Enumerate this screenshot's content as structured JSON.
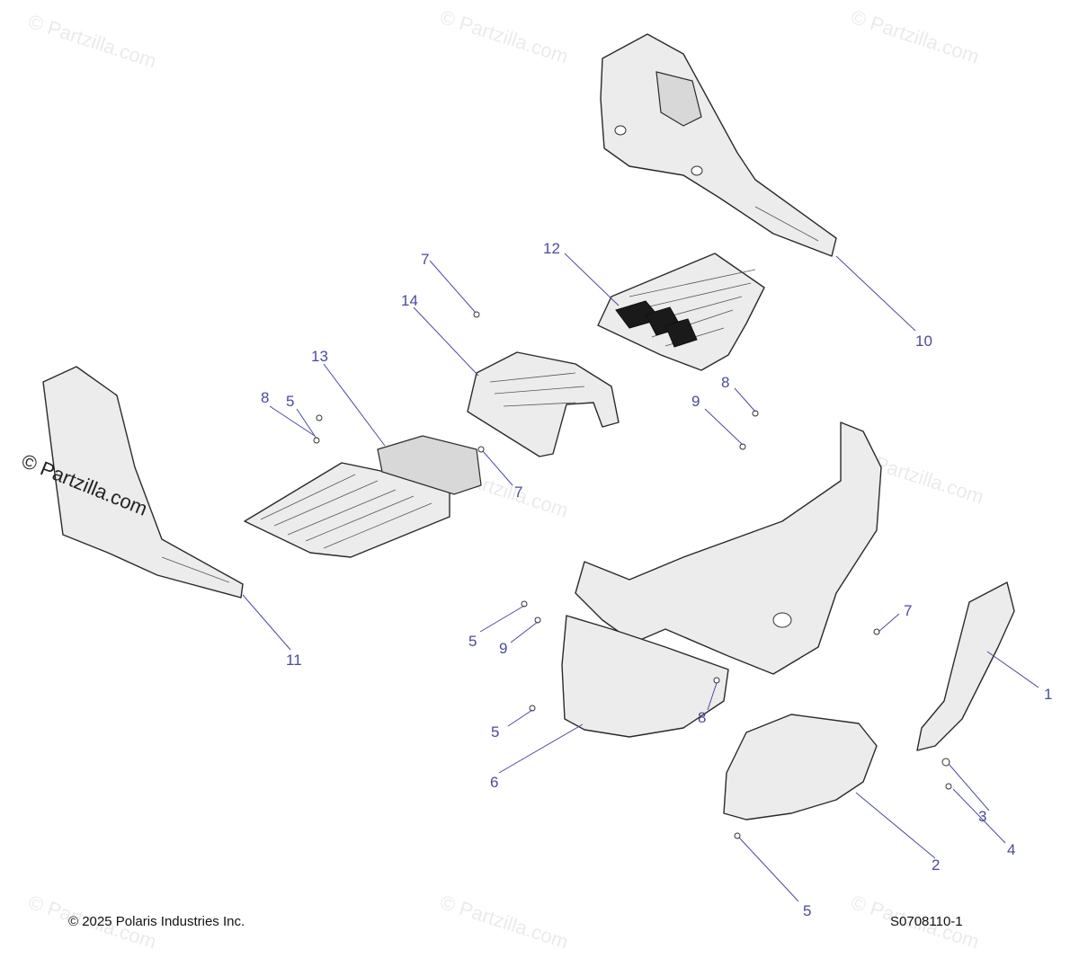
{
  "watermark": "© Partzilla.com",
  "side_watermark": "© Partzilla.com",
  "copyright": "© 2025 Polaris Industries Inc.",
  "drawing_number": "S0708110-1",
  "callouts": [
    {
      "id": "c1",
      "label": "1"
    },
    {
      "id": "c2",
      "label": "2"
    },
    {
      "id": "c3",
      "label": "3"
    },
    {
      "id": "c4",
      "label": "4"
    },
    {
      "id": "c5a",
      "label": "5"
    },
    {
      "id": "c5b",
      "label": "5"
    },
    {
      "id": "c5c",
      "label": "5"
    },
    {
      "id": "c5d",
      "label": "5"
    },
    {
      "id": "c6",
      "label": "6"
    },
    {
      "id": "c7a",
      "label": "7"
    },
    {
      "id": "c7b",
      "label": "7"
    },
    {
      "id": "c7c",
      "label": "7"
    },
    {
      "id": "c8a",
      "label": "8"
    },
    {
      "id": "c8b",
      "label": "8"
    },
    {
      "id": "c8c",
      "label": "8"
    },
    {
      "id": "c9a",
      "label": "9"
    },
    {
      "id": "c9b",
      "label": "9"
    },
    {
      "id": "c10",
      "label": "10"
    },
    {
      "id": "c11",
      "label": "11"
    },
    {
      "id": "c12",
      "label": "12"
    },
    {
      "id": "c13",
      "label": "13"
    },
    {
      "id": "c14",
      "label": "14"
    }
  ]
}
